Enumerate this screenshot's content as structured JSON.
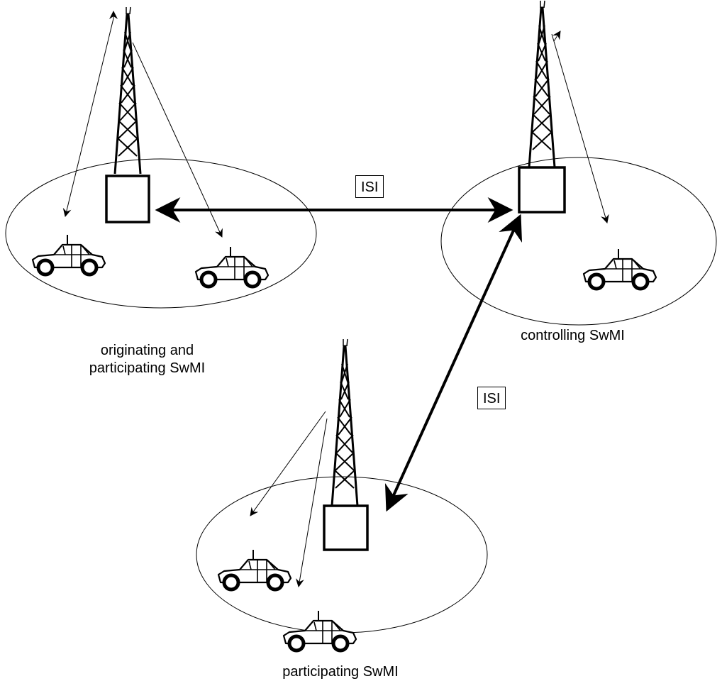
{
  "diagram": {
    "cells": {
      "originating": {
        "caption_line1": "originating and",
        "caption_line2": "participating SwMI"
      },
      "controlling": {
        "caption": "controlling SwMI"
      },
      "participating": {
        "caption": "participating SwMI"
      }
    },
    "links": [
      {
        "from": "originating",
        "to": "controlling",
        "label": "ISI"
      },
      {
        "from": "controlling",
        "to": "participating",
        "label": "ISI"
      }
    ]
  }
}
